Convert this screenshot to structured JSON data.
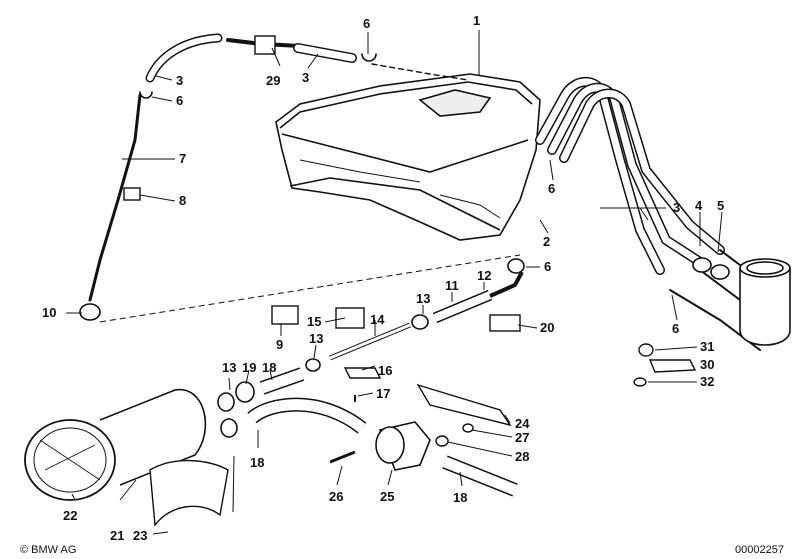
{
  "diagram": {
    "footer_brand": "© BMW AG",
    "footer_code": "00002257",
    "callouts": [
      {
        "id": "c1",
        "label": "1"
      },
      {
        "id": "c2",
        "label": "2"
      },
      {
        "id": "c3a",
        "label": "3"
      },
      {
        "id": "c3b",
        "label": "3"
      },
      {
        "id": "c3c",
        "label": "3"
      },
      {
        "id": "c4",
        "label": "4"
      },
      {
        "id": "c5",
        "label": "5"
      },
      {
        "id": "c6a",
        "label": "6"
      },
      {
        "id": "c6b",
        "label": "6"
      },
      {
        "id": "c6c",
        "label": "6"
      },
      {
        "id": "c6d",
        "label": "6"
      },
      {
        "id": "c6e",
        "label": "6"
      },
      {
        "id": "c7",
        "label": "7"
      },
      {
        "id": "c8",
        "label": "8"
      },
      {
        "id": "c9",
        "label": "9"
      },
      {
        "id": "c10",
        "label": "10"
      },
      {
        "id": "c11",
        "label": "11"
      },
      {
        "id": "c12",
        "label": "12"
      },
      {
        "id": "c13a",
        "label": "13"
      },
      {
        "id": "c13b",
        "label": "13"
      },
      {
        "id": "c13c",
        "label": "13"
      },
      {
        "id": "c14",
        "label": "14"
      },
      {
        "id": "c15",
        "label": "15"
      },
      {
        "id": "c16",
        "label": "16"
      },
      {
        "id": "c17",
        "label": "17"
      },
      {
        "id": "c18a",
        "label": "18"
      },
      {
        "id": "c18b",
        "label": "18"
      },
      {
        "id": "c18c",
        "label": "18"
      },
      {
        "id": "c19",
        "label": "19"
      },
      {
        "id": "c20",
        "label": "20"
      },
      {
        "id": "c21",
        "label": "21"
      },
      {
        "id": "c22",
        "label": "22"
      },
      {
        "id": "c23",
        "label": "23"
      },
      {
        "id": "c24",
        "label": "24"
      },
      {
        "id": "c25",
        "label": "25"
      },
      {
        "id": "c26",
        "label": "26"
      },
      {
        "id": "c27",
        "label": "27"
      },
      {
        "id": "c28",
        "label": "28"
      },
      {
        "id": "c29",
        "label": "29"
      },
      {
        "id": "c30",
        "label": "30"
      },
      {
        "id": "c31",
        "label": "31"
      },
      {
        "id": "c32",
        "label": "32"
      }
    ]
  }
}
